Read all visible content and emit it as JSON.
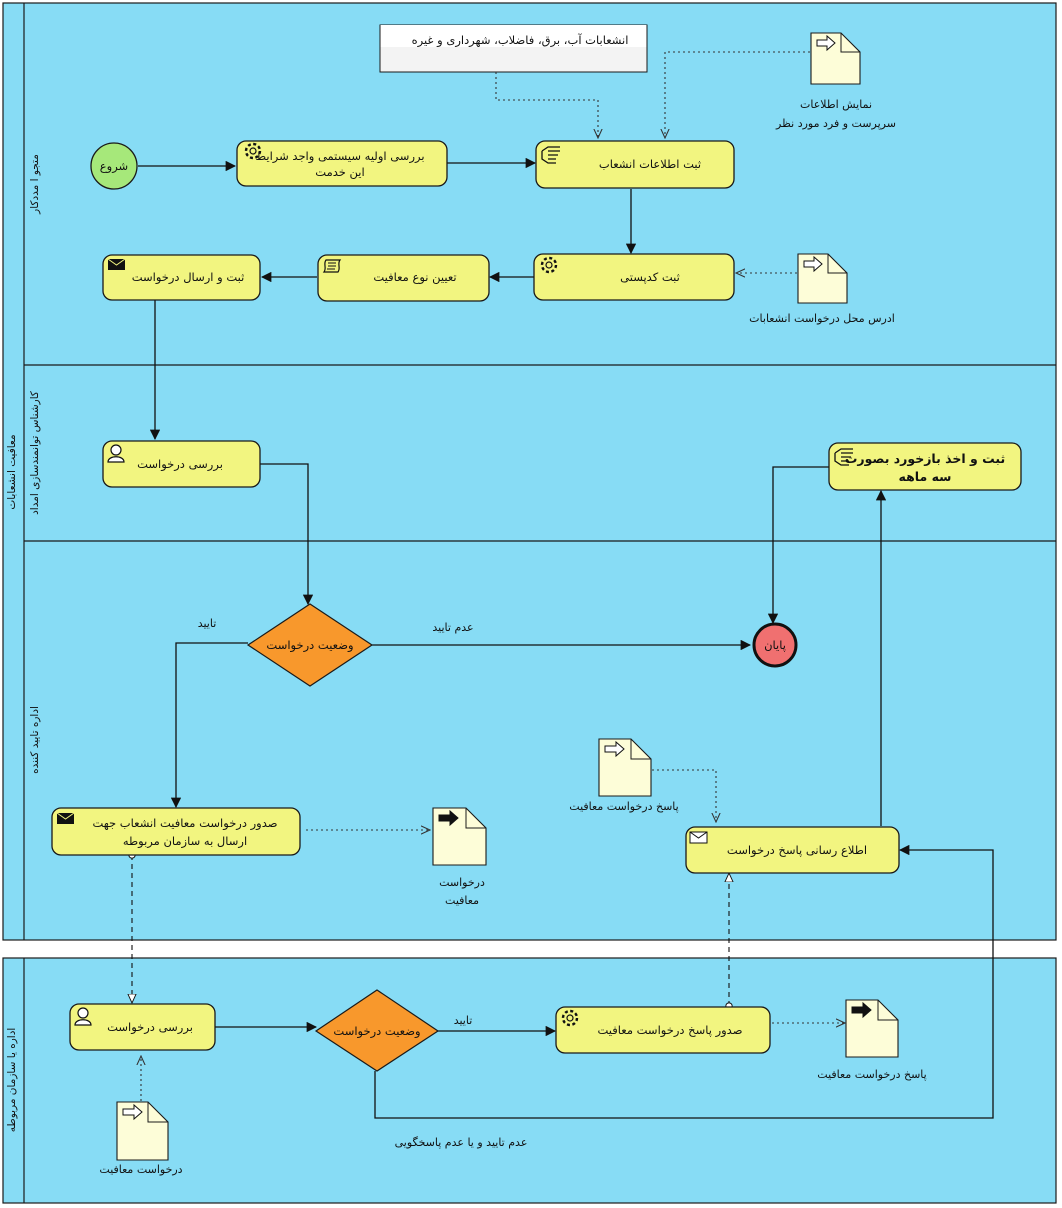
{
  "pool_top": {
    "title": "معافیت انشعابات",
    "lanes": [
      "متجو ا مددکار",
      "کارشناس توانمندسازی امداد",
      "اداره تایید کننده"
    ]
  },
  "pool_bottom": {
    "title": "اداره یا سازمان مربوطه"
  },
  "note": "انشعابات آب، برق، فاضلاب، شهرداری و غیره",
  "events": {
    "start": "شروع",
    "end": "پایان"
  },
  "tasks": {
    "initial_check": [
      "بررسی اولیه سیستمی واجد شرایط",
      "این خدمت"
    ],
    "register_branch": "ثبت اطلاعات انشعاب",
    "register_postal": "ثبت کدپستی",
    "exemption_type": "تعیین نوع معافیت",
    "register_send": "ثبت و ارسال درخواست",
    "review_request": "بررسی درخواست",
    "feedback": [
      "ثبت و اخذ بازخورد بصورت",
      "سه ماهه"
    ],
    "issue_request": [
      "صدور درخواست معافیت انشعاب جهت",
      "ارسال به سازمان مربوطه"
    ],
    "notify_response": "اطلاع رسانی پاسخ درخواست",
    "review_request_org": "بررسی درخواست",
    "issue_response": "صدور پاسخ درخواست معافیت"
  },
  "gateways": {
    "request_status": "وضعیت درخواست",
    "request_status_org": "وضعیت درخواست"
  },
  "flow_labels": {
    "approve": "تایید",
    "not_approve": "عدم تایید",
    "approve_org": "تایید",
    "reject_or_no_response": "عدم تایید و یا عدم پاسخگویی"
  },
  "data_objects": {
    "show_info": [
      "نمایش اطلاعات",
      "سرپرست و فرد مورد نظر"
    ],
    "address": "ادرس محل درخواست انشعابات",
    "request_exemption_out": [
      "درخواست",
      "معافیت"
    ],
    "response_exemption_in": "پاسخ درخواست معافیت",
    "response_exemption_out": "پاسخ درخواست معافیت",
    "request_exemption_in": "درخواست معافیت"
  },
  "colors": {
    "pool": "#87dcf5",
    "task": "#f2f580",
    "start": "#a6e87a",
    "end": "#f07070",
    "gateway": "#f8982c",
    "document": "#fdfdd8"
  }
}
